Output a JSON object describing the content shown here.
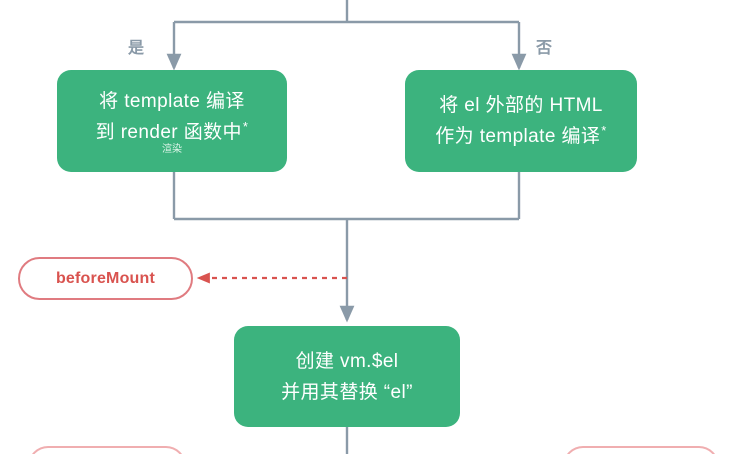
{
  "diagram": {
    "title": "Vue lifecycle flowchart fragment",
    "colors": {
      "green_fill": "#3cb37e",
      "green_text": "#ffffff",
      "red_stroke": "#e07b80",
      "red_text": "#d9534f",
      "red_faded_stroke": "#f0aeb0",
      "wire": "#8a9aa8",
      "background": "#ffffff"
    },
    "branch_labels": [
      {
        "name": "yes",
        "text": "是"
      },
      {
        "name": "no",
        "text": "否"
      }
    ],
    "nodes": [
      {
        "name": "compile-template-to-render",
        "type": "process",
        "lines": [
          "将 template 编译",
          "到 render 函数中"
        ],
        "star": "*",
        "note": "渲染"
      },
      {
        "name": "compile-outer-html-as-template",
        "type": "process",
        "lines": [
          "将 el 外部的 HTML",
          "作为 template 编译"
        ],
        "star": "*",
        "note": ""
      },
      {
        "name": "create-vm-el",
        "type": "process",
        "lines": [
          "创建 vm.$el",
          "并用其替换 “el”"
        ],
        "star": "",
        "note": ""
      },
      {
        "name": "before-mount-hook",
        "type": "lifecycle-hook",
        "lines": [
          "beforeMount"
        ],
        "star": "",
        "note": ""
      }
    ]
  }
}
